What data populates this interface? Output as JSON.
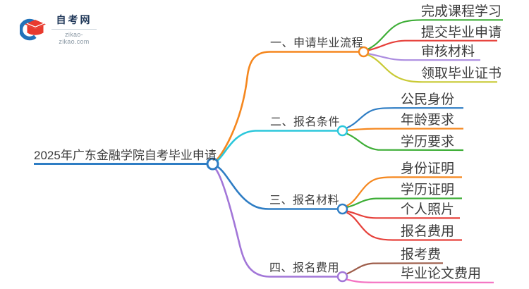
{
  "logo": {
    "site_name": "自考网",
    "site_url": "zikao-zikao.com",
    "brand_blue": "#2272b9",
    "brand_red": "#e83a2e"
  },
  "mindmap": {
    "root": {
      "label": "2025年广东金融学院自考毕业申请",
      "color": "#2e7dc4"
    },
    "branches": [
      {
        "label": "一、申请毕业流程",
        "color": "#f5871e",
        "children": [
          {
            "label": "完成课程学习",
            "color": "#3eae37"
          },
          {
            "label": "提交毕业申请",
            "color": "#e6403a"
          },
          {
            "label": "审核材料",
            "color": "#ac8ce0"
          },
          {
            "label": "领取毕业证书",
            "color": "#c9ca35"
          }
        ]
      },
      {
        "label": "二、报名条件",
        "color": "#2bc7db",
        "children": [
          {
            "label": "公民身份",
            "color": "#2e7dc4"
          },
          {
            "label": "年龄要求",
            "color": "#f5871e"
          },
          {
            "label": "学历要求",
            "color": "#3eae37"
          }
        ]
      },
      {
        "label": "三、报名材料",
        "color": "#2e7dc4",
        "children": [
          {
            "label": "身份证明",
            "color": "#f5871e"
          },
          {
            "label": "学历证明",
            "color": "#3eae37"
          },
          {
            "label": "个人照片",
            "color": "#e6403a"
          },
          {
            "label": "报名费用",
            "color": "#e6403a"
          }
        ]
      },
      {
        "label": "四、报名费用",
        "color": "#a276d8",
        "children": [
          {
            "label": "报考费",
            "color": "#9d5c49"
          },
          {
            "label": "毕业论文费用",
            "color": "#f472c2"
          }
        ]
      }
    ]
  }
}
